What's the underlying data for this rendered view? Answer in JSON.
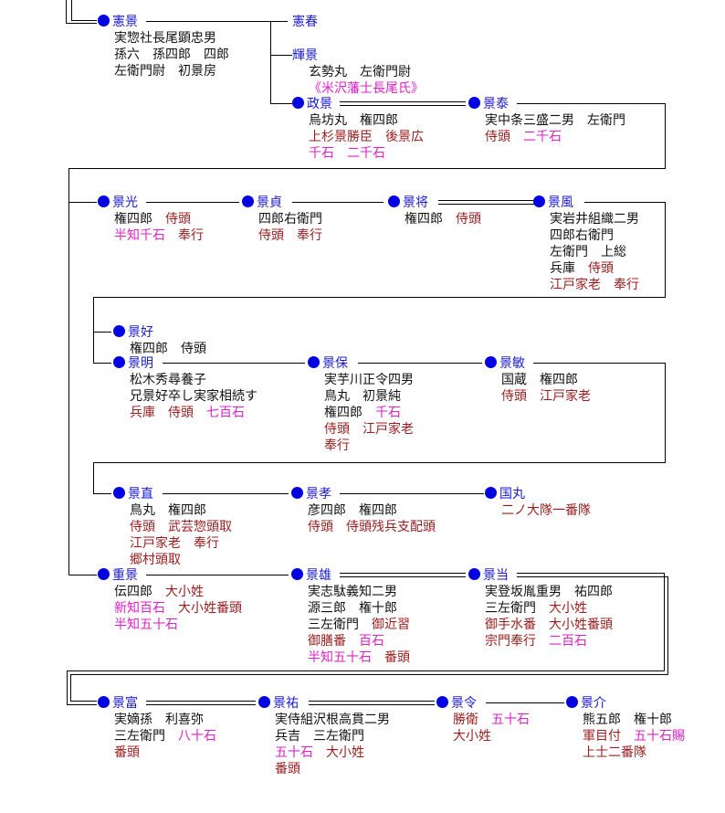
{
  "colors": {
    "name": "#1a1ad6",
    "dot": "#0000e0",
    "line": "#000000",
    "black": "#111111",
    "red": "#9b1c1c",
    "magenta": "#e020c8"
  },
  "nodes": [
    {
      "id": "noriKage",
      "name": "憲景",
      "dot": true,
      "lines": [
        [
          {
            "t": "実惣社長尾顕忠男",
            "c": "k"
          }
        ],
        [
          {
            "t": "孫六　孫四郎　四郎",
            "c": "k"
          }
        ],
        [
          {
            "t": "左衛門尉　初景房",
            "c": "k"
          }
        ]
      ]
    },
    {
      "id": "noriHaru",
      "name": "憲春",
      "dot": false,
      "lines": []
    },
    {
      "id": "teruKage",
      "name": "輝景",
      "dot": false,
      "lines": [
        [
          {
            "t": "玄勢丸　左衛門尉",
            "c": "k"
          }
        ],
        [
          {
            "t": "《米沢藩士長尾氏》",
            "c": "m"
          }
        ]
      ]
    },
    {
      "id": "masaKage",
      "name": "政景",
      "dot": true,
      "lines": [
        [
          {
            "t": "烏坊丸　権四郎",
            "c": "k"
          }
        ],
        [
          {
            "t": "上杉景勝臣　後景広",
            "c": "r"
          }
        ],
        [
          {
            "t": "千石　二千石",
            "c": "m"
          }
        ]
      ]
    },
    {
      "id": "kageYasu",
      "name": "景泰",
      "dot": true,
      "lines": [
        [
          {
            "t": "実中条三盛二男　左衛門",
            "c": "k"
          }
        ],
        [
          {
            "t": "侍頭　",
            "c": "r"
          },
          {
            "t": "二千石",
            "c": "m"
          }
        ]
      ]
    },
    {
      "id": "kageMitsu",
      "name": "景光",
      "dot": true,
      "lines": [
        [
          {
            "t": "権四郎　",
            "c": "k"
          },
          {
            "t": "侍頭",
            "c": "r"
          }
        ],
        [
          {
            "t": "半知千石　",
            "c": "m"
          },
          {
            "t": "奉行",
            "c": "r"
          }
        ]
      ]
    },
    {
      "id": "kageSada",
      "name": "景貞",
      "dot": true,
      "lines": [
        [
          {
            "t": "四郎右衛門",
            "c": "k"
          }
        ],
        [
          {
            "t": "侍頭　奉行",
            "c": "r"
          }
        ]
      ]
    },
    {
      "id": "kageMasa",
      "name": "景将",
      "dot": true,
      "lines": [
        [
          {
            "t": "権四郎　",
            "c": "k"
          },
          {
            "t": "侍頭",
            "c": "r"
          }
        ]
      ]
    },
    {
      "id": "kageKaze",
      "name": "景風",
      "dot": true,
      "lines": [
        [
          {
            "t": "実岩井組織二男",
            "c": "k"
          }
        ],
        [
          {
            "t": "四郎右衛門",
            "c": "k"
          }
        ],
        [
          {
            "t": "左衛門　上総",
            "c": "k"
          }
        ],
        [
          {
            "t": "兵庫　",
            "c": "k"
          },
          {
            "t": "侍頭",
            "c": "r"
          }
        ],
        [
          {
            "t": "江戸家老　奉行",
            "c": "r"
          }
        ]
      ]
    },
    {
      "id": "kageYoshi",
      "name": "景好",
      "dot": true,
      "lines": [
        [
          {
            "t": "権四郎　侍頭",
            "c": "k"
          }
        ]
      ]
    },
    {
      "id": "kageAki",
      "name": "景明",
      "dot": true,
      "lines": [
        [
          {
            "t": "松木秀尋養子",
            "c": "k"
          }
        ],
        [
          {
            "t": "兄景好卒し実家相続す",
            "c": "k"
          }
        ],
        [
          {
            "t": "兵庫　侍頭　",
            "c": "r"
          },
          {
            "t": "七百石",
            "c": "m"
          }
        ]
      ]
    },
    {
      "id": "kageYasu2",
      "name": "景保",
      "dot": true,
      "lines": [
        [
          {
            "t": "実芋川正令四男",
            "c": "k"
          }
        ],
        [
          {
            "t": "鳥丸　初景純",
            "c": "k"
          }
        ],
        [
          {
            "t": "権四郎　",
            "c": "k"
          },
          {
            "t": "千石",
            "c": "m"
          }
        ],
        [
          {
            "t": "侍頭　江戸家老",
            "c": "r"
          }
        ],
        [
          {
            "t": "奉行",
            "c": "r"
          }
        ]
      ]
    },
    {
      "id": "kageToshi",
      "name": "景敏",
      "dot": true,
      "lines": [
        [
          {
            "t": "国蔵　権四郎",
            "c": "k"
          }
        ],
        [
          {
            "t": "侍頭　江戸家老",
            "c": "r"
          }
        ]
      ]
    },
    {
      "id": "kageNao",
      "name": "景直",
      "dot": true,
      "lines": [
        [
          {
            "t": "鳥丸　権四郎",
            "c": "k"
          }
        ],
        [
          {
            "t": "侍頭　武芸惣頭取",
            "c": "r"
          }
        ],
        [
          {
            "t": "江戸家老　奉行",
            "c": "r"
          }
        ],
        [
          {
            "t": "郷村頭取",
            "c": "r"
          }
        ]
      ]
    },
    {
      "id": "kageTaka",
      "name": "景孝",
      "dot": true,
      "lines": [
        [
          {
            "t": "彦四郎　権四郎",
            "c": "k"
          }
        ],
        [
          {
            "t": "侍頭　侍頭残兵支配頭",
            "c": "r"
          }
        ]
      ]
    },
    {
      "id": "kuniMaru",
      "name": "国丸",
      "dot": true,
      "lines": [
        [
          {
            "t": "二ノ大隊一番隊",
            "c": "r"
          }
        ]
      ]
    },
    {
      "id": "shigeKage",
      "name": "重景",
      "dot": true,
      "lines": [
        [
          {
            "t": "伝四郎　",
            "c": "k"
          },
          {
            "t": "大小姓",
            "c": "r"
          }
        ],
        [
          {
            "t": "新知百石　",
            "c": "m"
          },
          {
            "t": "大小姓番頭",
            "c": "r"
          }
        ],
        [
          {
            "t": "半知五十石",
            "c": "m"
          }
        ]
      ]
    },
    {
      "id": "kageO",
      "name": "景雄",
      "dot": true,
      "lines": [
        [
          {
            "t": "実志駄義知二男",
            "c": "k"
          }
        ],
        [
          {
            "t": "源三郎　権十郎",
            "c": "k"
          }
        ],
        [
          {
            "t": "三左衛門　",
            "c": "k"
          },
          {
            "t": "御近習",
            "c": "r"
          }
        ],
        [
          {
            "t": "御膳番　",
            "c": "r"
          },
          {
            "t": "百石",
            "c": "m"
          }
        ],
        [
          {
            "t": "半知五十石　",
            "c": "m"
          },
          {
            "t": "番頭",
            "c": "r"
          }
        ]
      ]
    },
    {
      "id": "kageAtari",
      "name": "景当",
      "dot": true,
      "lines": [
        [
          {
            "t": "実登坂胤重男　祐四郎",
            "c": "k"
          }
        ],
        [
          {
            "t": "三左衛門　",
            "c": "k"
          },
          {
            "t": "大小姓",
            "c": "r"
          }
        ],
        [
          {
            "t": "御手水番　大小姓番頭",
            "c": "r"
          }
        ],
        [
          {
            "t": "宗門奉行　",
            "c": "r"
          },
          {
            "t": "二百石",
            "c": "m"
          }
        ]
      ]
    },
    {
      "id": "kageTomi",
      "name": "景富",
      "dot": true,
      "lines": [
        [
          {
            "t": "実嫡孫　利喜弥",
            "c": "k"
          }
        ],
        [
          {
            "t": "三左衛門　",
            "c": "k"
          },
          {
            "t": "八十石",
            "c": "m"
          }
        ],
        [
          {
            "t": "番頭",
            "c": "r"
          }
        ]
      ]
    },
    {
      "id": "kageSuke",
      "name": "景祐",
      "dot": true,
      "lines": [
        [
          {
            "t": "実侍組沢根高貫二男",
            "c": "k"
          }
        ],
        [
          {
            "t": "兵吉　三左衛門",
            "c": "k"
          }
        ],
        [
          {
            "t": "五十石　",
            "c": "m"
          },
          {
            "t": "大小姓",
            "c": "r"
          }
        ],
        [
          {
            "t": "番頭",
            "c": "r"
          }
        ]
      ]
    },
    {
      "id": "kageRei",
      "name": "景令",
      "dot": true,
      "lines": [
        [
          {
            "t": "勝衛　",
            "c": "r"
          },
          {
            "t": "五十石",
            "c": "m"
          }
        ],
        [
          {
            "t": "大小姓",
            "c": "r"
          }
        ]
      ]
    },
    {
      "id": "kageSuke2",
      "name": "景介",
      "dot": true,
      "lines": [
        [
          {
            "t": "熊五郎　権十郎",
            "c": "k"
          }
        ],
        [
          {
            "t": "軍目付　",
            "c": "r"
          },
          {
            "t": "五十石賜",
            "c": "m"
          }
        ],
        [
          {
            "t": "上士二番隊",
            "c": "r"
          }
        ]
      ]
    }
  ]
}
